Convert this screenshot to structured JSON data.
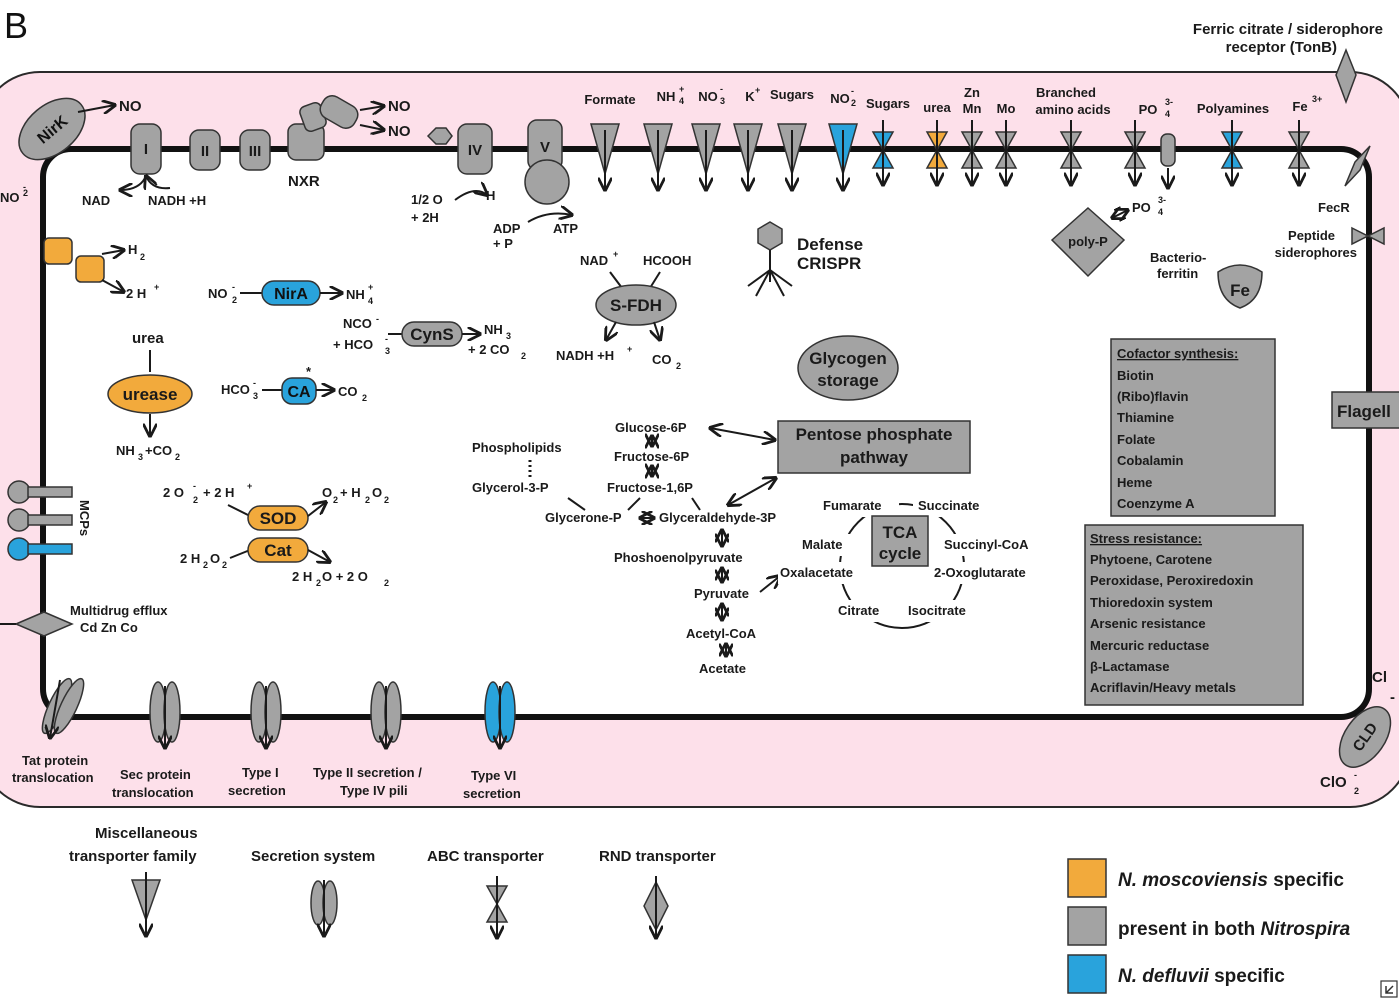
{
  "panel_label": "B",
  "colors": {
    "orange": "#f2aa3c",
    "gray": "#a3a3a3",
    "blue": "#29a3dc",
    "periplasm": "#fde0ea"
  },
  "top": {
    "ferric": [
      "Ferric citrate /  siderophore",
      "receptor (TonB)"
    ],
    "nirk": "NirK",
    "no": "NO",
    "no2_left": "NO",
    "no2_nxr": "NO",
    "no3_nxr": "NO",
    "complexes": [
      "I",
      "II",
      "III",
      "IV",
      "V"
    ],
    "nxr": "NXR",
    "nad": "NAD",
    "nadh": "NADH +H",
    "half_o2": "1/2 O",
    "two_h": "+ 2H",
    "h2o": "H",
    "adp": "ADP",
    "pi": "+ P",
    "atp": "ATP",
    "transporters": [
      "Formate",
      "NH",
      "NO",
      "K",
      "Sugars",
      "NO",
      "Sugars",
      "urea",
      "Zn",
      "Mn",
      "Mo",
      "Branched",
      "amino acids",
      "PO",
      "Polyamines",
      "Fe"
    ]
  },
  "right": {
    "fecr": "FecR",
    "peptide": [
      "Peptide",
      "siderophores"
    ],
    "bacterioferritin": [
      "Bacterio-",
      "ferritin"
    ],
    "fe": "Fe",
    "polyp": "poly-P",
    "po4": "PO",
    "flagella": "Flagell",
    "cl": "Cl",
    "cld": "CLD",
    "clo2": "ClO"
  },
  "left": {
    "h2": "H",
    "two_hplus": "2 H",
    "urea": "urea",
    "urease": "urease",
    "nh3co2": "NH",
    "mcps": "MCPs",
    "multidrug": [
      "Multidrug efflux",
      "Cd Zn Co"
    ]
  },
  "center": {
    "nira": "NirA",
    "no2": "NO",
    "nh4": "NH",
    "cyns": "CynS",
    "nco": "NCO",
    "hco3": "+ HCO",
    "nh3": "NH",
    "two_co2": "+ 2 CO",
    "ca": "CA",
    "ca_star": "*",
    "hco3_ca": "HCO",
    "co2": "CO",
    "sod": "SOD",
    "cat": "Cat",
    "two_o2": "2 O",
    "two_hp": "+ 2 H",
    "o2h2o2": "O",
    "two_h2o2": "2 H",
    "two_h2o": "2 H",
    "sfdh": "S-FDH",
    "sfdh_nad": "NAD",
    "hcooh": "HCOOH",
    "sfdh_nadh": "NADH +H",
    "sfdh_co2": "CO",
    "defense": [
      "Defense",
      "CRISPR"
    ],
    "glycogen": [
      "Glycogen",
      "storage"
    ],
    "ppp": [
      "Pentose phosphate",
      "pathway"
    ]
  },
  "metabolism": {
    "glucose": "Glucose-6P",
    "fructose6p": "Fructose-6P",
    "fructose16": "Fructose-1,6P",
    "glyceraldehyde": "Glyceraldehyde-3P",
    "glycerone": "Glycerone-P",
    "glycerol": "Glycerol-3-P",
    "phospholipids": "Phospholipids",
    "pep": "Phoshoenolpyruvate",
    "pyruvate": "Pyruvate",
    "acetylcoa": "Acetyl-CoA",
    "acetate": "Acetate",
    "tca": [
      "TCA",
      "cycle"
    ],
    "fumarate": "Fumarate",
    "succinate": "Succinate",
    "malate": "Malate",
    "succinylcoa": "Succinyl-CoA",
    "oxalacetate": "Oxalacetate",
    "oxoglutarate": "2-Oxoglutarate",
    "citrate": "Citrate",
    "isocitrate": "Isocitrate"
  },
  "cofactor": {
    "title": "Cofactor synthesis:",
    "items": [
      "Biotin",
      "(Ribo)flavin",
      "Thiamine",
      "Folate",
      "Cobalamin",
      "Heme",
      "Coenzyme A"
    ]
  },
  "stress": {
    "title": "Stress resistance:",
    "items": [
      "Phytoene, Carotene",
      "Peroxidase, Peroxiredoxin",
      "Thioredoxin system",
      "Arsenic resistance",
      "Mercuric reductase",
      "β-Lactamase",
      "Acriflavin/Heavy metals"
    ]
  },
  "secretion": [
    [
      "Tat protein",
      "translocation"
    ],
    [
      "Sec protein",
      "translocation"
    ],
    [
      "Type I",
      "secretion"
    ],
    [
      "Type II secretion /",
      "Type IV pili"
    ],
    [
      "Type VI",
      "secretion"
    ]
  ],
  "legend": {
    "types": [
      [
        "Miscellaneous",
        "transporter family"
      ],
      [
        "Secretion system"
      ],
      [
        "ABC transporter"
      ],
      [
        "RND transporter"
      ]
    ],
    "colors": [
      {
        "label": "N. moscoviensis",
        "suffix": " specific",
        "color": "#f2aa3c"
      },
      {
        "label": "present in both ",
        "suffix": "Nitrospira",
        "color": "#a3a3a3"
      },
      {
        "label": "N. defluvii",
        "suffix": " specific",
        "color": "#29a3dc"
      }
    ]
  }
}
